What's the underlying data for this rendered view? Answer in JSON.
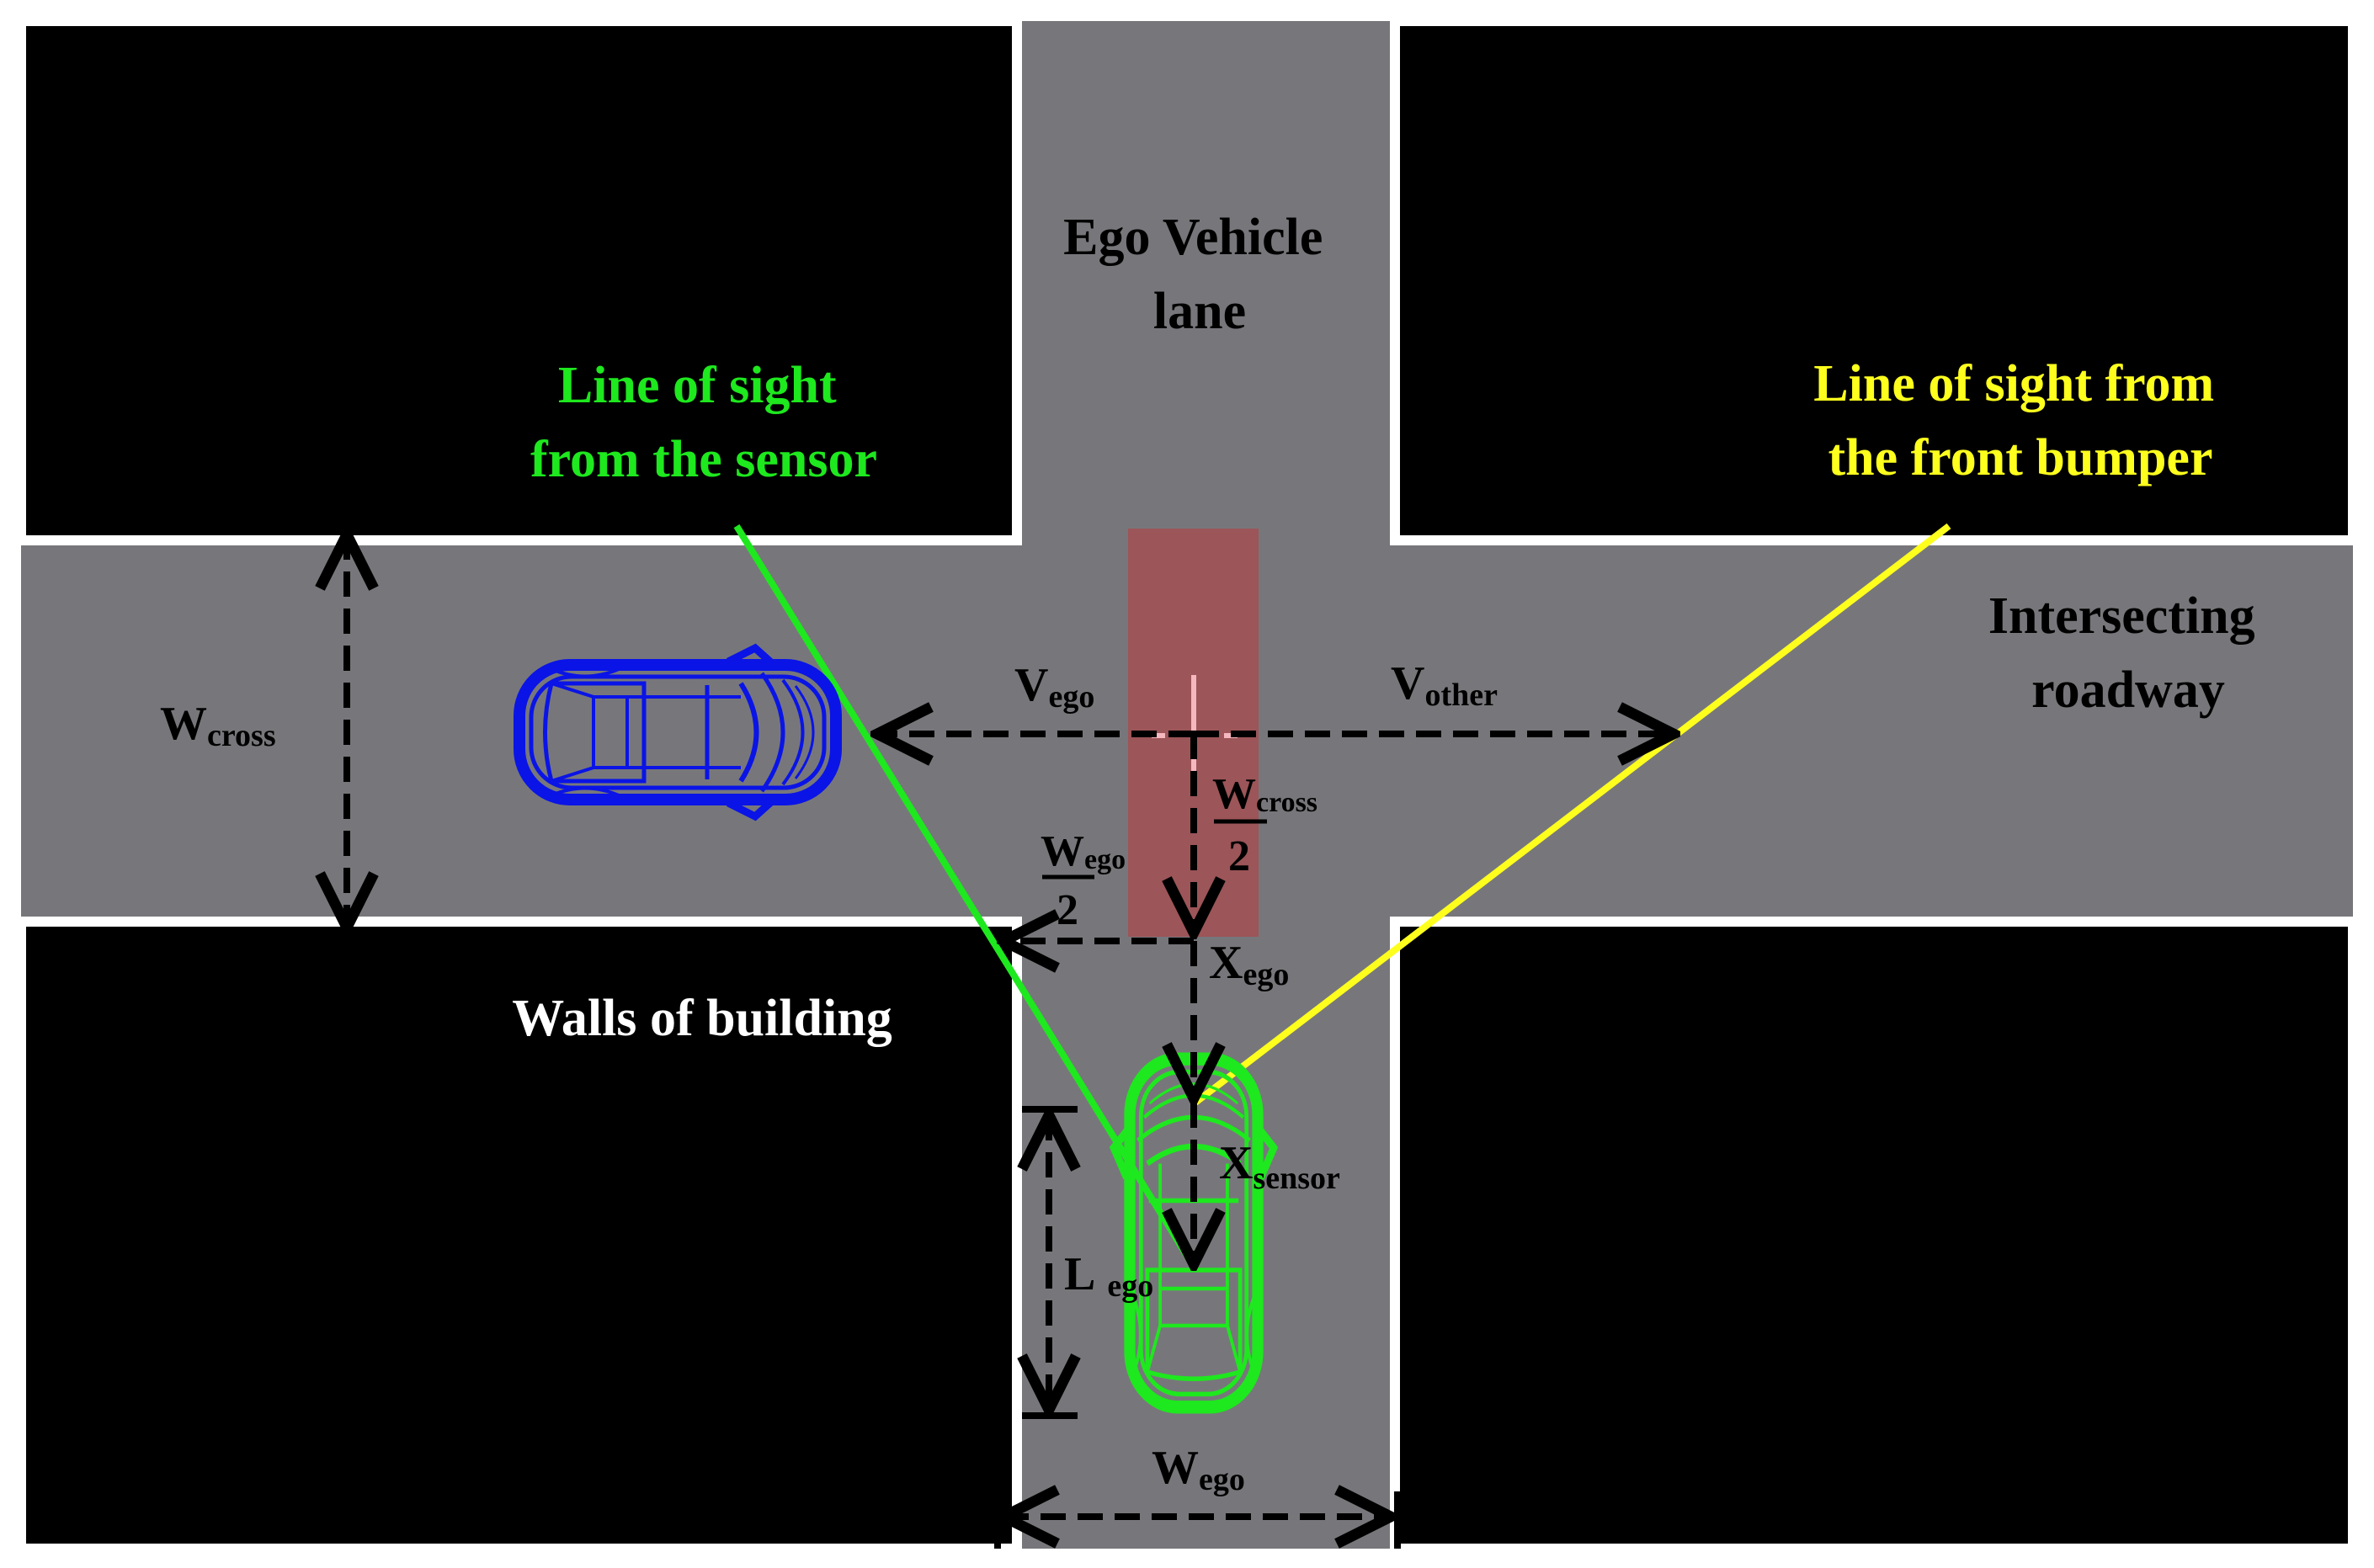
{
  "colors": {
    "background": "#ffffff",
    "building": "#000000",
    "road": "#77777b",
    "curb": "#ffffff",
    "conflict_zone": "#9c5558",
    "conflict_marks": "#f6b8bf",
    "cross_vehicle": "#0a14e6",
    "ego_vehicle": "#1ee81e",
    "sensor_line": "#1ee81e",
    "bumper_line": "#ffff1e",
    "dimension": "#000000"
  },
  "labels": {
    "ego_lane": [
      "Ego Vehicle",
      "lane"
    ],
    "sensor_los": [
      "Line of sight",
      "from the sensor"
    ],
    "bumper_los": [
      "Line of sight from",
      "the front bumper"
    ],
    "intersecting": [
      "Intersecting",
      "roadway"
    ],
    "walls": "Walls of building"
  },
  "dimensions": {
    "w_cross": {
      "main": "W",
      "sub": "cross"
    },
    "v_ego": {
      "main": "V",
      "sub": "ego"
    },
    "v_other": {
      "main": "V",
      "sub": "other"
    },
    "w_cross_half": {
      "main": "W",
      "sub": "cross",
      "den": "2"
    },
    "w_ego_half": {
      "main": "W",
      "sub": "ego",
      "den": "2"
    },
    "x_ego": {
      "main": "X",
      "sub": "ego"
    },
    "x_sensor": {
      "main": "X",
      "sub": "sensor"
    },
    "l_ego": {
      "main": "L",
      "sub": "ego"
    },
    "w_ego": {
      "main": "W",
      "sub": "ego"
    }
  },
  "icons": [
    "sedan-top-view-icon",
    "arrowhead-icon"
  ]
}
